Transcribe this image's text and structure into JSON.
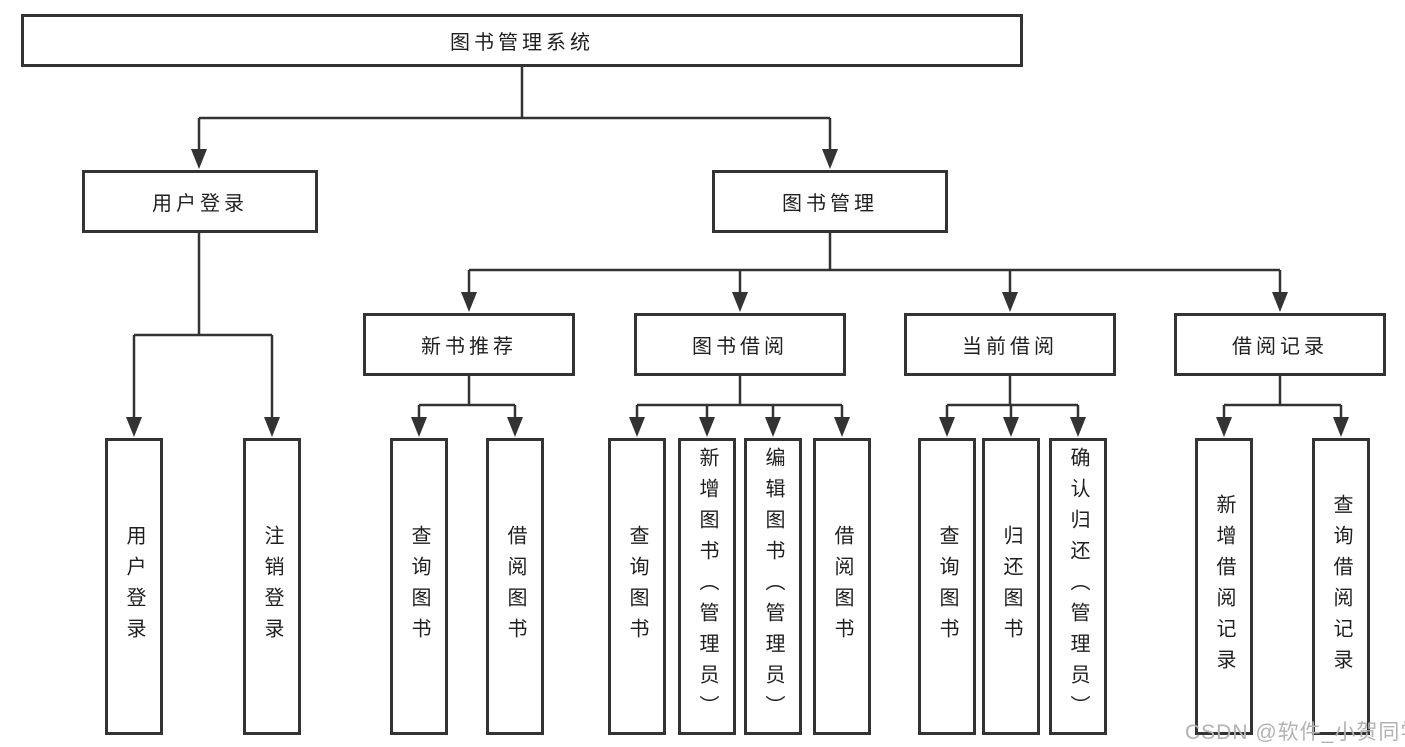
{
  "diagram": {
    "title": "图书管理系统",
    "level2": {
      "user_login": "用户登录",
      "book_management": "图书管理"
    },
    "level3": {
      "new_book_recommend": "新书推荐",
      "book_borrow": "图书借阅",
      "current_borrow": "当前借阅",
      "borrow_record": "借阅记录"
    },
    "leaves": {
      "user_login": "用户登录",
      "logout": "注销登录",
      "recommend_query_book": "查询图书",
      "recommend_borrow_book": "借阅图书",
      "borrow_query_book": "查询图书",
      "borrow_add_book": "新增图书（管理员）",
      "borrow_edit_book": "编辑图书（管理员）",
      "borrow_borrow_book": "借阅图书",
      "current_query_book": "查询图书",
      "current_return_book": "归还图书",
      "current_confirm_return": "确认归还（管理员）",
      "record_add": "新增借阅记录",
      "record_query": "查询借阅记录"
    },
    "watermark": "CSDN @软件_小贺同学",
    "colors": {
      "line": "#333333",
      "text": "#1f1f1f",
      "box_background": "#ffffff",
      "watermark": "#b3b3b3"
    }
  }
}
